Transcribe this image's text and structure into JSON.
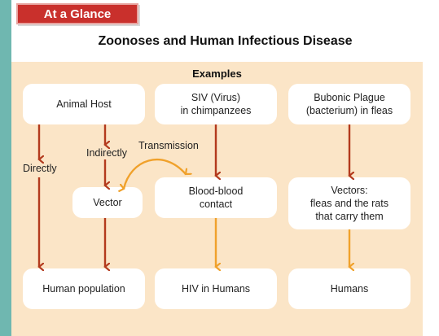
{
  "header": {
    "badge": "At a Glance"
  },
  "title": "Zoonoses and Human Infectious Disease",
  "panel": {
    "section_label": "Examples"
  },
  "boxes": {
    "animal_host": "Animal Host",
    "siv": "SIV (Virus)\nin chimpanzees",
    "plague": "Bubonic Plague\n(bacterium) in fleas",
    "vector": "Vector",
    "blood_contact": "Blood-blood\ncontact",
    "vectors_fleas": "Vectors:\nfleas and the rats\nthat carry them",
    "human_population": "Human population",
    "hiv_humans": "HIV in Humans",
    "humans": "Humans"
  },
  "labels": {
    "directly": "Directly",
    "indirectly": "Indirectly",
    "transmission": "Transmission"
  },
  "colors": {
    "dark_arrow": "#b33a1d",
    "light_arrow": "#f0a12b",
    "teal_bar": "#6fb7b0",
    "badge_red": "#c9302c",
    "panel_bg": "#fbe5c7"
  }
}
